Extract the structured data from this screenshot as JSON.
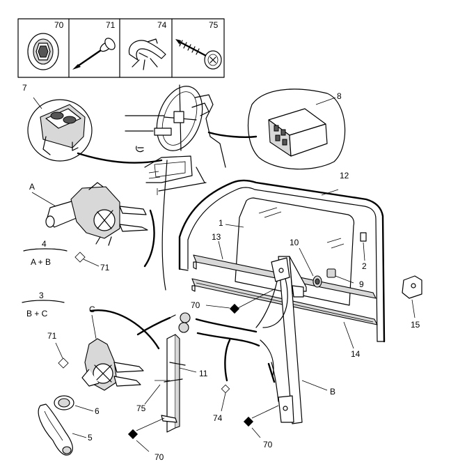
{
  "kit": {
    "items": [
      {
        "ref": "70"
      },
      {
        "ref": "71"
      },
      {
        "ref": "74"
      },
      {
        "ref": "75"
      }
    ]
  },
  "callouts": {
    "c7": "7",
    "c8": "8",
    "c12": "12",
    "cA": "A",
    "c1": "1",
    "c13": "13",
    "c10": "10",
    "c2": "2",
    "c4": "4",
    "c4sub": "A + B",
    "c71a": "71",
    "c9": "9",
    "c3": "3",
    "c3sub": "B + C",
    "cC": "C",
    "c70a": "70",
    "c15": "15",
    "c71b": "71",
    "c14": "14",
    "c11": "11",
    "cB": "B",
    "c6": "6",
    "c75": "75",
    "c74": "74",
    "c5": "5",
    "c70b": "70",
    "c70c": "70"
  }
}
